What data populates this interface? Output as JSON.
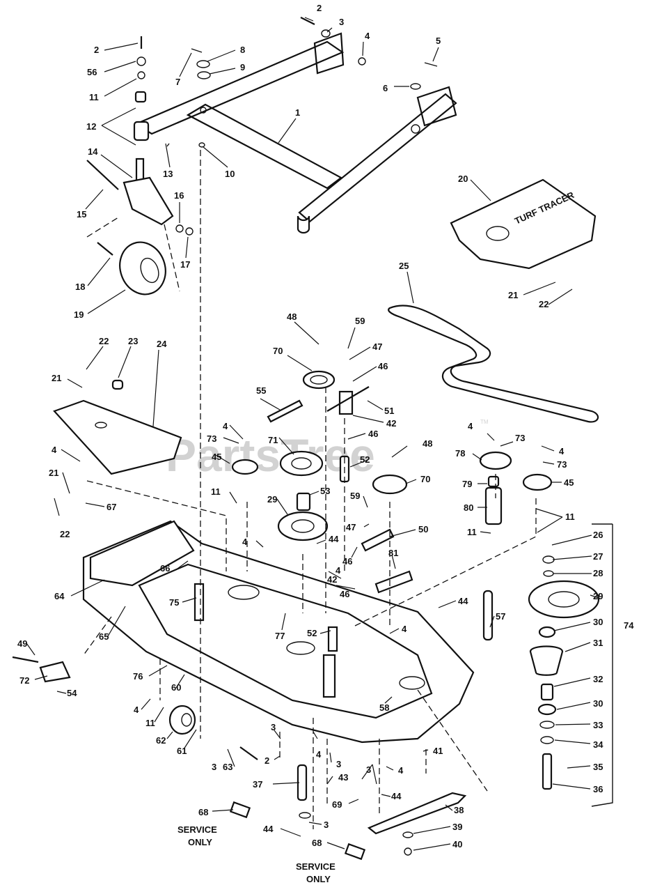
{
  "watermark": {
    "text": "PartsTree",
    "trademark": "TM"
  },
  "cover_brand": "TURF TRACER",
  "service_note": {
    "line1": "SERVICE",
    "line2": "ONLY"
  },
  "callouts": [
    {
      "id": "c2a",
      "text": "2"
    },
    {
      "id": "c3a",
      "text": "3"
    },
    {
      "id": "c4a",
      "text": "4"
    },
    {
      "id": "c5",
      "text": "5"
    },
    {
      "id": "c6",
      "text": "6"
    },
    {
      "id": "c2b",
      "text": "2"
    },
    {
      "id": "c56",
      "text": "56"
    },
    {
      "id": "c11a",
      "text": "11"
    },
    {
      "id": "c8",
      "text": "8"
    },
    {
      "id": "c9",
      "text": "9"
    },
    {
      "id": "c7",
      "text": "7"
    },
    {
      "id": "c12",
      "text": "12"
    },
    {
      "id": "c1",
      "text": "1"
    },
    {
      "id": "c13",
      "text": "13"
    },
    {
      "id": "c10",
      "text": "10"
    },
    {
      "id": "c14",
      "text": "14"
    },
    {
      "id": "c15",
      "text": "15"
    },
    {
      "id": "c16",
      "text": "16"
    },
    {
      "id": "c17",
      "text": "17"
    },
    {
      "id": "c18",
      "text": "18"
    },
    {
      "id": "c19",
      "text": "19"
    },
    {
      "id": "c20",
      "text": "20"
    },
    {
      "id": "c25",
      "text": "25"
    },
    {
      "id": "c21a",
      "text": "21"
    },
    {
      "id": "c22a",
      "text": "22"
    },
    {
      "id": "c48a",
      "text": "48"
    },
    {
      "id": "c59a",
      "text": "59"
    },
    {
      "id": "c47a",
      "text": "47"
    },
    {
      "id": "c70a",
      "text": "70"
    },
    {
      "id": "c46a",
      "text": "46"
    },
    {
      "id": "c22b",
      "text": "22"
    },
    {
      "id": "c23",
      "text": "23"
    },
    {
      "id": "c24",
      "text": "24"
    },
    {
      "id": "c21b",
      "text": "21"
    },
    {
      "id": "c55",
      "text": "55"
    },
    {
      "id": "c51",
      "text": "51"
    },
    {
      "id": "c42a",
      "text": "42"
    },
    {
      "id": "c4b",
      "text": "4"
    },
    {
      "id": "c73a",
      "text": "73"
    },
    {
      "id": "c71",
      "text": "71"
    },
    {
      "id": "c46b",
      "text": "46"
    },
    {
      "id": "c48b",
      "text": "48"
    },
    {
      "id": "c4c",
      "text": "4"
    },
    {
      "id": "c73b",
      "text": "73"
    },
    {
      "id": "c4d",
      "text": "4"
    },
    {
      "id": "c45a",
      "text": "45"
    },
    {
      "id": "c52a",
      "text": "52"
    },
    {
      "id": "c78",
      "text": "78"
    },
    {
      "id": "c73c",
      "text": "73"
    },
    {
      "id": "c4e",
      "text": "4"
    },
    {
      "id": "c21c",
      "text": "21"
    },
    {
      "id": "c70b",
      "text": "70"
    },
    {
      "id": "c79",
      "text": "79"
    },
    {
      "id": "c45b",
      "text": "45"
    },
    {
      "id": "c22c",
      "text": "22"
    },
    {
      "id": "c67",
      "text": "67"
    },
    {
      "id": "c11b",
      "text": "11"
    },
    {
      "id": "c29a",
      "text": "29"
    },
    {
      "id": "c53",
      "text": "53"
    },
    {
      "id": "c80",
      "text": "80"
    },
    {
      "id": "c59b",
      "text": "59"
    },
    {
      "id": "c11c",
      "text": "11"
    },
    {
      "id": "c47b",
      "text": "47"
    },
    {
      "id": "c50",
      "text": "50"
    },
    {
      "id": "c11d",
      "text": "11"
    },
    {
      "id": "c4f",
      "text": "4"
    },
    {
      "id": "c44a",
      "text": "44"
    },
    {
      "id": "c26",
      "text": "26"
    },
    {
      "id": "c81",
      "text": "81"
    },
    {
      "id": "c4g",
      "text": "4"
    },
    {
      "id": "c46c",
      "text": "46"
    },
    {
      "id": "c27",
      "text": "27"
    },
    {
      "id": "c66",
      "text": "66"
    },
    {
      "id": "c42b",
      "text": "42"
    },
    {
      "id": "c28",
      "text": "28"
    },
    {
      "id": "c64",
      "text": "64"
    },
    {
      "id": "c46d",
      "text": "46"
    },
    {
      "id": "c29b",
      "text": "29"
    },
    {
      "id": "c75",
      "text": "75"
    },
    {
      "id": "c44b",
      "text": "44"
    },
    {
      "id": "c57",
      "text": "57"
    },
    {
      "id": "c30a",
      "text": "30"
    },
    {
      "id": "c65",
      "text": "65"
    },
    {
      "id": "c52b",
      "text": "52"
    },
    {
      "id": "c77",
      "text": "77"
    },
    {
      "id": "c4h",
      "text": "4"
    },
    {
      "id": "c74",
      "text": "74"
    },
    {
      "id": "c31",
      "text": "31"
    },
    {
      "id": "c49",
      "text": "49"
    },
    {
      "id": "c76",
      "text": "76"
    },
    {
      "id": "c72",
      "text": "72"
    },
    {
      "id": "c60",
      "text": "60"
    },
    {
      "id": "c32",
      "text": "32"
    },
    {
      "id": "c54",
      "text": "54"
    },
    {
      "id": "c58",
      "text": "58"
    },
    {
      "id": "c30b",
      "text": "30"
    },
    {
      "id": "c4i",
      "text": "4"
    },
    {
      "id": "c11e",
      "text": "11"
    },
    {
      "id": "c33",
      "text": "33"
    },
    {
      "id": "c62",
      "text": "62"
    },
    {
      "id": "c3b",
      "text": "3"
    },
    {
      "id": "c61",
      "text": "61"
    },
    {
      "id": "c2c",
      "text": "2"
    },
    {
      "id": "c4j",
      "text": "4"
    },
    {
      "id": "c41",
      "text": "41"
    },
    {
      "id": "c34",
      "text": "34"
    },
    {
      "id": "c3c",
      "text": "3"
    },
    {
      "id": "c63",
      "text": "63"
    },
    {
      "id": "c3d",
      "text": "3"
    },
    {
      "id": "c4k",
      "text": "4"
    },
    {
      "id": "c35",
      "text": "35"
    },
    {
      "id": "c37",
      "text": "37"
    },
    {
      "id": "c43",
      "text": "43"
    },
    {
      "id": "c3e",
      "text": "3"
    },
    {
      "id": "c36",
      "text": "36"
    },
    {
      "id": "c44c",
      "text": "44"
    },
    {
      "id": "c69",
      "text": "69"
    },
    {
      "id": "c38",
      "text": "38"
    },
    {
      "id": "c68a",
      "text": "68"
    },
    {
      "id": "c3f",
      "text": "3"
    },
    {
      "id": "c44d",
      "text": "44"
    },
    {
      "id": "c39",
      "text": "39"
    },
    {
      "id": "c68b",
      "text": "68"
    },
    {
      "id": "c40",
      "text": "40"
    }
  ]
}
